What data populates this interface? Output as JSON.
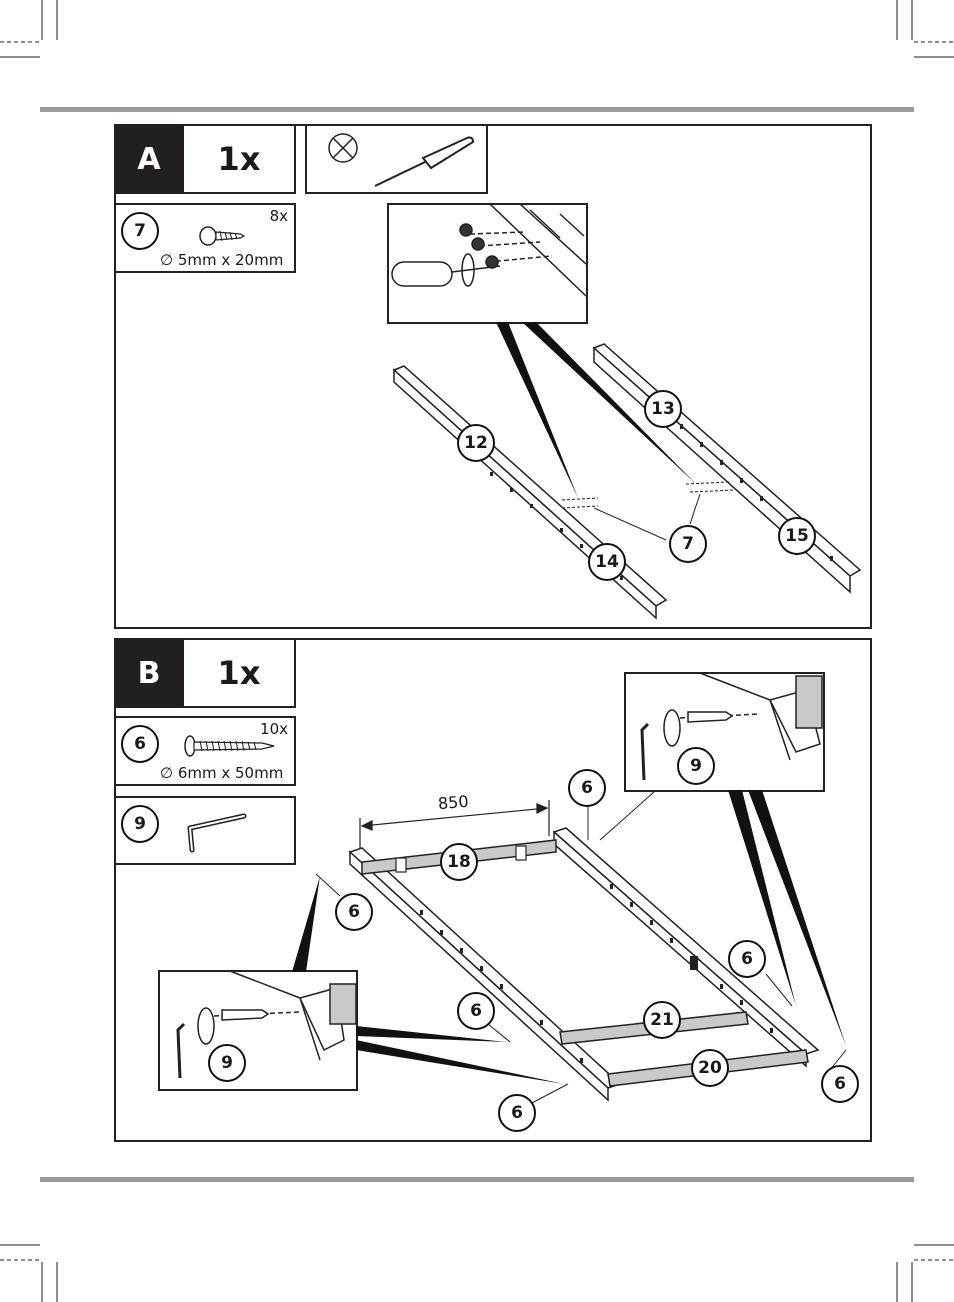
{
  "step_a": {
    "letter": "A",
    "quantity": "1x",
    "hardware": {
      "part_number": "7",
      "count": "8x",
      "size": "∅ 5mm x 20mm"
    },
    "callouts": [
      "12",
      "13",
      "14",
      "15",
      "7"
    ]
  },
  "step_b": {
    "letter": "B",
    "quantity": "1x",
    "hardware": {
      "part_number": "6",
      "count": "10x",
      "size": "∅ 6mm x 50mm"
    },
    "tool": {
      "part_number": "9"
    },
    "dimension": "850",
    "callouts": {
      "beam_top": "18",
      "beam_mid": "21",
      "beam_low": "20",
      "screw_top": "6",
      "screw_left": "6",
      "screw_center": "6",
      "screw_bottom": "6",
      "screw_right_upper": "6",
      "screw_right_lower": "6",
      "tool_detail_right": "9",
      "tool_detail_left": "9"
    }
  },
  "icons": {
    "no_tool": "crossed-circle-icon",
    "screwdriver": "screwdriver-icon",
    "screw": "screw-icon",
    "allen_key": "allen-key-icon"
  }
}
